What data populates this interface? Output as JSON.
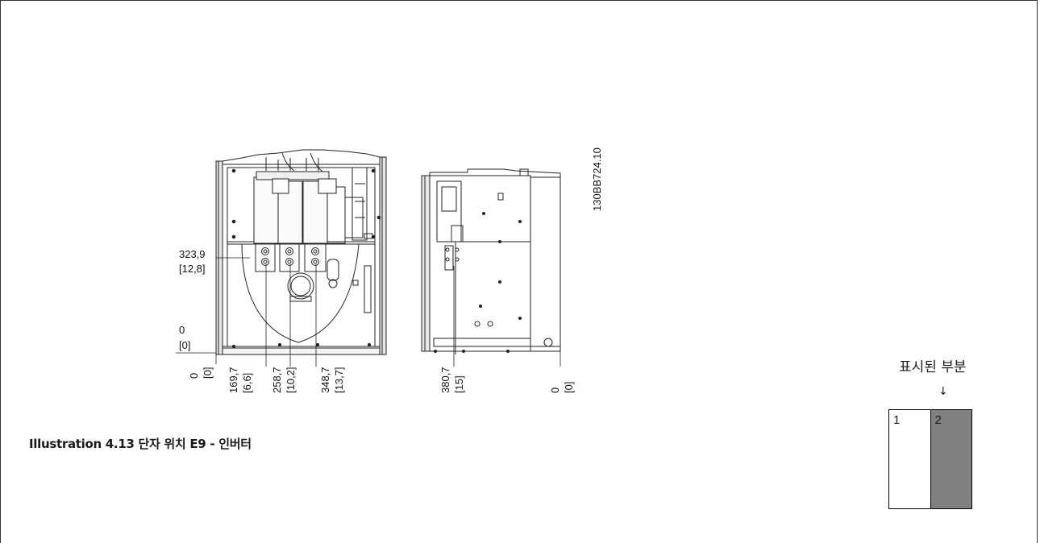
{
  "figure_id": "130BB724.10",
  "caption": "Illustration 4.13 단자 위치 E9 - 인버터",
  "front_view": {
    "vertical_dims": [
      {
        "value": "323,9",
        "inch": "[12,8]"
      },
      {
        "value": "0",
        "inch": "[0]"
      }
    ],
    "horizontal_dims": [
      {
        "value": "0",
        "inch": "[0]"
      },
      {
        "value": "169,7",
        "inch": "[6,6]"
      },
      {
        "value": "258,7",
        "inch": "[10,2]"
      },
      {
        "value": "348,7",
        "inch": "[13,7]"
      }
    ]
  },
  "side_view": {
    "horizontal_dims": [
      {
        "value": "380,7",
        "inch": "[15]"
      },
      {
        "value": "0",
        "inch": "[0]"
      }
    ]
  },
  "legend": {
    "title": "표시된 부분",
    "arrow": "↓",
    "part1": "1",
    "part2": "2",
    "highlight_color": "#808080"
  }
}
